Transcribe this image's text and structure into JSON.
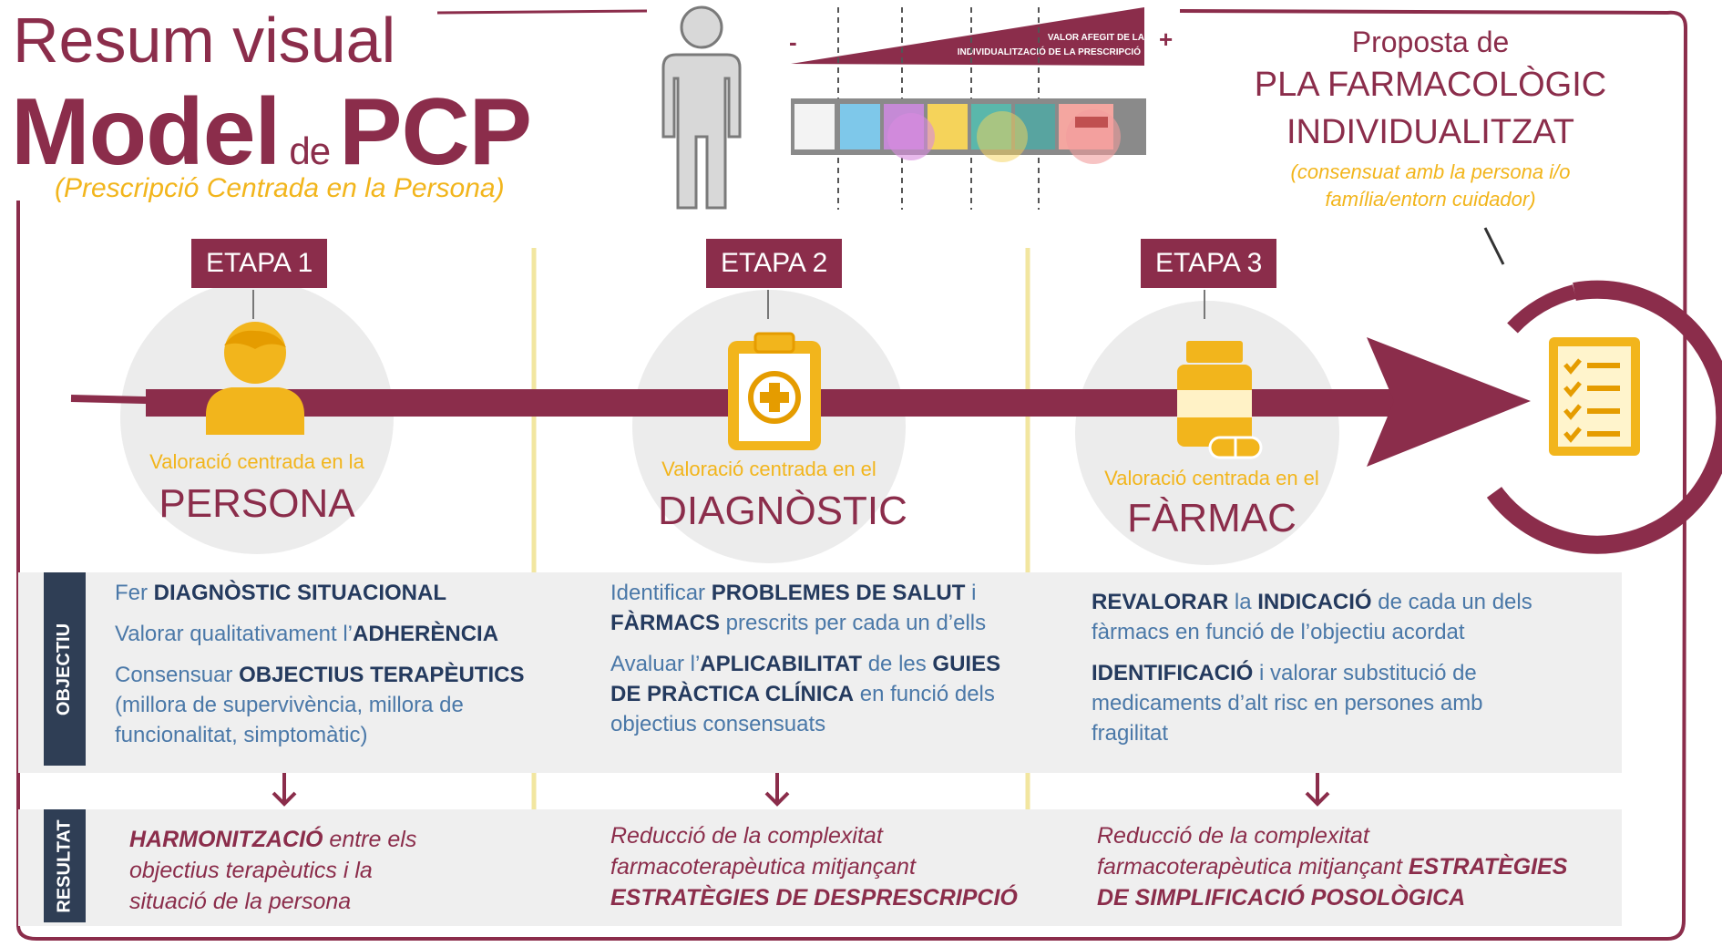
{
  "header": {
    "title_line1": "Resum visual",
    "title_model": "Model",
    "title_de": "de",
    "title_pcp": "PCP",
    "subtitle": "(Prescripció Centrada en la Persona)"
  },
  "top_graphic": {
    "minus": "-",
    "plus": "+",
    "wedge_label_line1": "VALOR AFEGIT DE LA",
    "wedge_label_line2": "INDIVIDUALITZACIÓ DE LA PRESCRIPCIÓ"
  },
  "proposal": {
    "line1": "Proposta de",
    "line2": "PLA FARMACOLÒGIC",
    "line3": "INDIVIDUALITZAT",
    "note_line1": "(consensuat amb la persona i/o",
    "note_line2": "família/entorn cuidador)"
  },
  "stages": [
    {
      "tag": "ETAPA 1",
      "icon": "person-icon",
      "valoracio": "Valoració centrada en la",
      "focus": "PERSONA",
      "objectiu": [
        [
          "Fer ",
          "DIAGNÒSTIC SITUACIONAL",
          ""
        ],
        [
          "Valorar qualitativament  l’",
          "ADHERÈNCIA",
          ""
        ],
        [
          "Consensuar ",
          "OBJECTIUS TERAPÈUTICS",
          ""
        ]
      ],
      "objectiu_extra_1": "(millora de supervivència, millora de",
      "objectiu_extra_2": "funcionalitat, simptomàtic)",
      "resultat_bold": "HARMONITZACIÓ",
      "resultat_1": " entre els",
      "resultat_2": "objectius terapèutics i la",
      "resultat_3": "situació de la persona"
    },
    {
      "tag": "ETAPA 2",
      "icon": "clipboard-medical-icon",
      "valoracio": "Valoració centrada en el",
      "focus": "DIAGNÒSTIC",
      "o1a": "Identificar ",
      "o1b": "PROBLEMES DE SALUT",
      "o1c": " i",
      "o2a": "FÀRMACS",
      "o2b": " prescrits per cada un d’ells",
      "o3a": "Avaluar l’",
      "o3b": "APLICABILITAT",
      "o3c": " de les ",
      "o3d": "GUIES",
      "o4a": "DE PRÀCTICA CLÍNICA",
      "o4b": " en funció dels",
      "o5": "objectius consensuats",
      "r1": "Reducció de la complexitat",
      "r2": "farmacoterapèutica mitjançant",
      "r3": "ESTRATÈGIES DE DESPRESCRIPCIÓ"
    },
    {
      "tag": "ETAPA 3",
      "icon": "medication-bottle-icon",
      "valoracio": "Valoració centrada en el",
      "focus": "FÀRMAC",
      "o1a": "REVALORAR",
      "o1b": " la ",
      "o1c": "INDICACIÓ",
      "o1d": " de cada un dels",
      "o2": "fàrmacs en funció de l’objectiu acordat",
      "o3a": "IDENTIFICACIÓ",
      "o3b": " i valorar substitució de",
      "o4": "medicaments d’alt risc en persones amb",
      "o5": "fragilitat",
      "r1": "Reducció de la complexitat",
      "r2a": "farmacoterapèutica mitjançant ",
      "r2b": "ESTRATÈGIES",
      "r3": "DE SIMPLIFICACIÓ POSOLÒGICA"
    }
  ],
  "rows": {
    "objectiu": "OBJECTIU",
    "resultat": "RESULTAT"
  },
  "colors": {
    "maroon": "#8b2d4b",
    "gold": "#f2b51c",
    "navy": "#243a5e",
    "blue": "#4a78a8",
    "sidebar": "#2f3e55"
  }
}
